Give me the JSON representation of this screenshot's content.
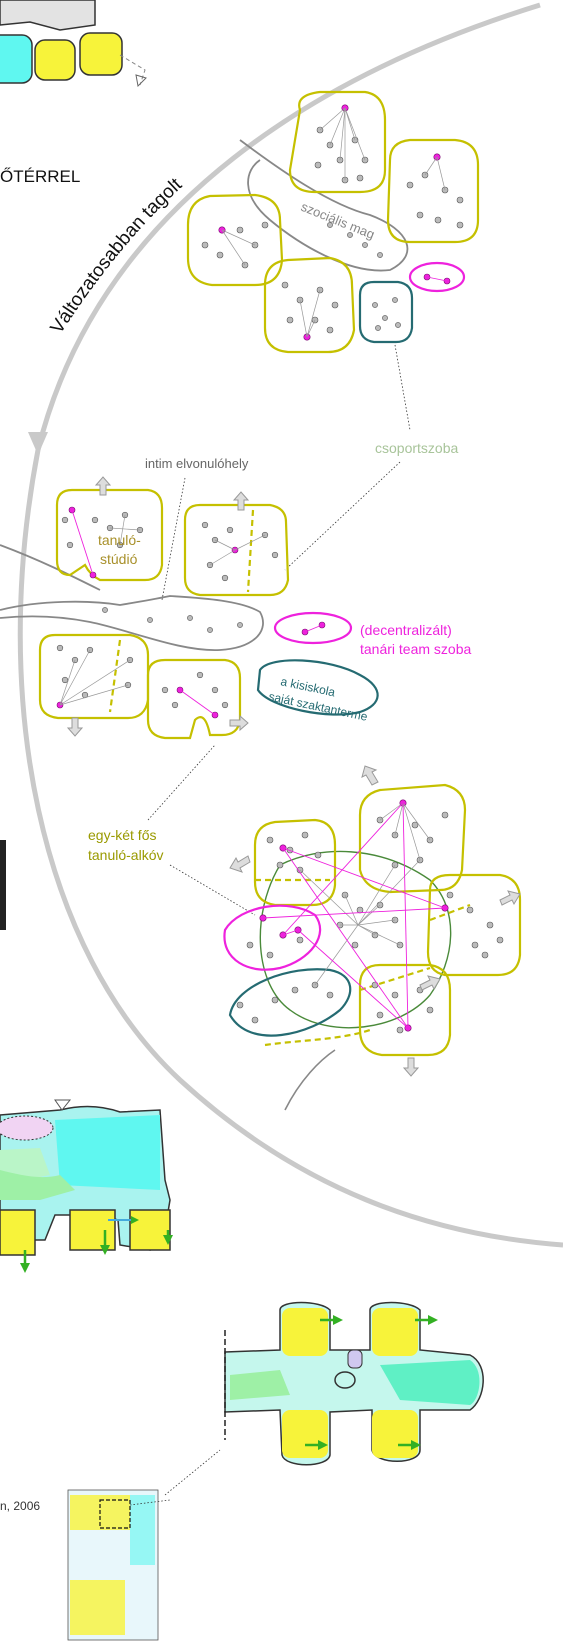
{
  "labels": {
    "heading_fragment": "ŐTÉRREL",
    "arc_title": "Változatosabban tagolt",
    "social_core": "szociális mag",
    "group_room": "csoportszoba",
    "intimate_retreat": "intim elvonulóhely",
    "study_studio_line1": "tanuló-",
    "study_studio_line2": "stúdió",
    "team_room_line1": "(decentralizált)",
    "team_room_line2": "tanári team szoba",
    "subject_room_line1": "a kisiskola",
    "subject_room_line2": "saját szaktanterme",
    "alcove_line1": "egy-két fős",
    "alcove_line2": "tanuló-alkóv",
    "source_fragment": "n, 2006"
  },
  "colors": {
    "olive": "#c5c000",
    "magenta": "#ee22dd",
    "teal": "#256b72",
    "gray_line": "#888888",
    "arc": "#c8c8c8",
    "yellow_fill": "#f7f33a",
    "cyan_fill": "#5ff7f0",
    "green_arrow": "#33b023",
    "group_room_text": "#a8c49a",
    "studio_text": "#a8902a"
  }
}
